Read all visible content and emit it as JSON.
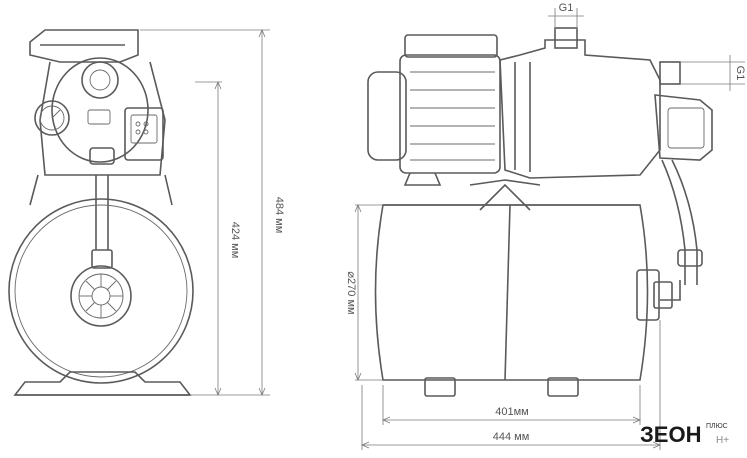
{
  "dimensions": {
    "height_total": "484 мм",
    "height_tank": "424 мм",
    "tank_diameter": "⌀270 мм",
    "length_tank": "401мм",
    "length_total": "444 мм"
  },
  "ports": {
    "outlet": "G1",
    "inlet": "G1"
  },
  "brand": {
    "name": "ЗЕОН",
    "tagline": "ПЛЮС",
    "mark": "Н+"
  },
  "colors": {
    "line": "#5a5a5a",
    "accent": "#6bbf3b"
  }
}
